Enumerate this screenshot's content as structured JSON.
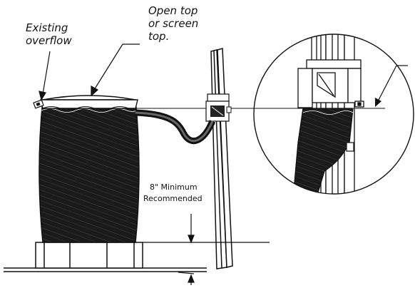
{
  "labels": {
    "overflow_line1": "Existing",
    "overflow_line2": "overflow",
    "top_line1": "Open top",
    "top_line2": "or screen",
    "top_line3": "top.",
    "min_line1": "8\" Minimum",
    "min_line2": "Recommended"
  },
  "colors": {
    "ink": "#111111",
    "barrel_fill": "#1a1a1a",
    "background": "#ffffff"
  }
}
